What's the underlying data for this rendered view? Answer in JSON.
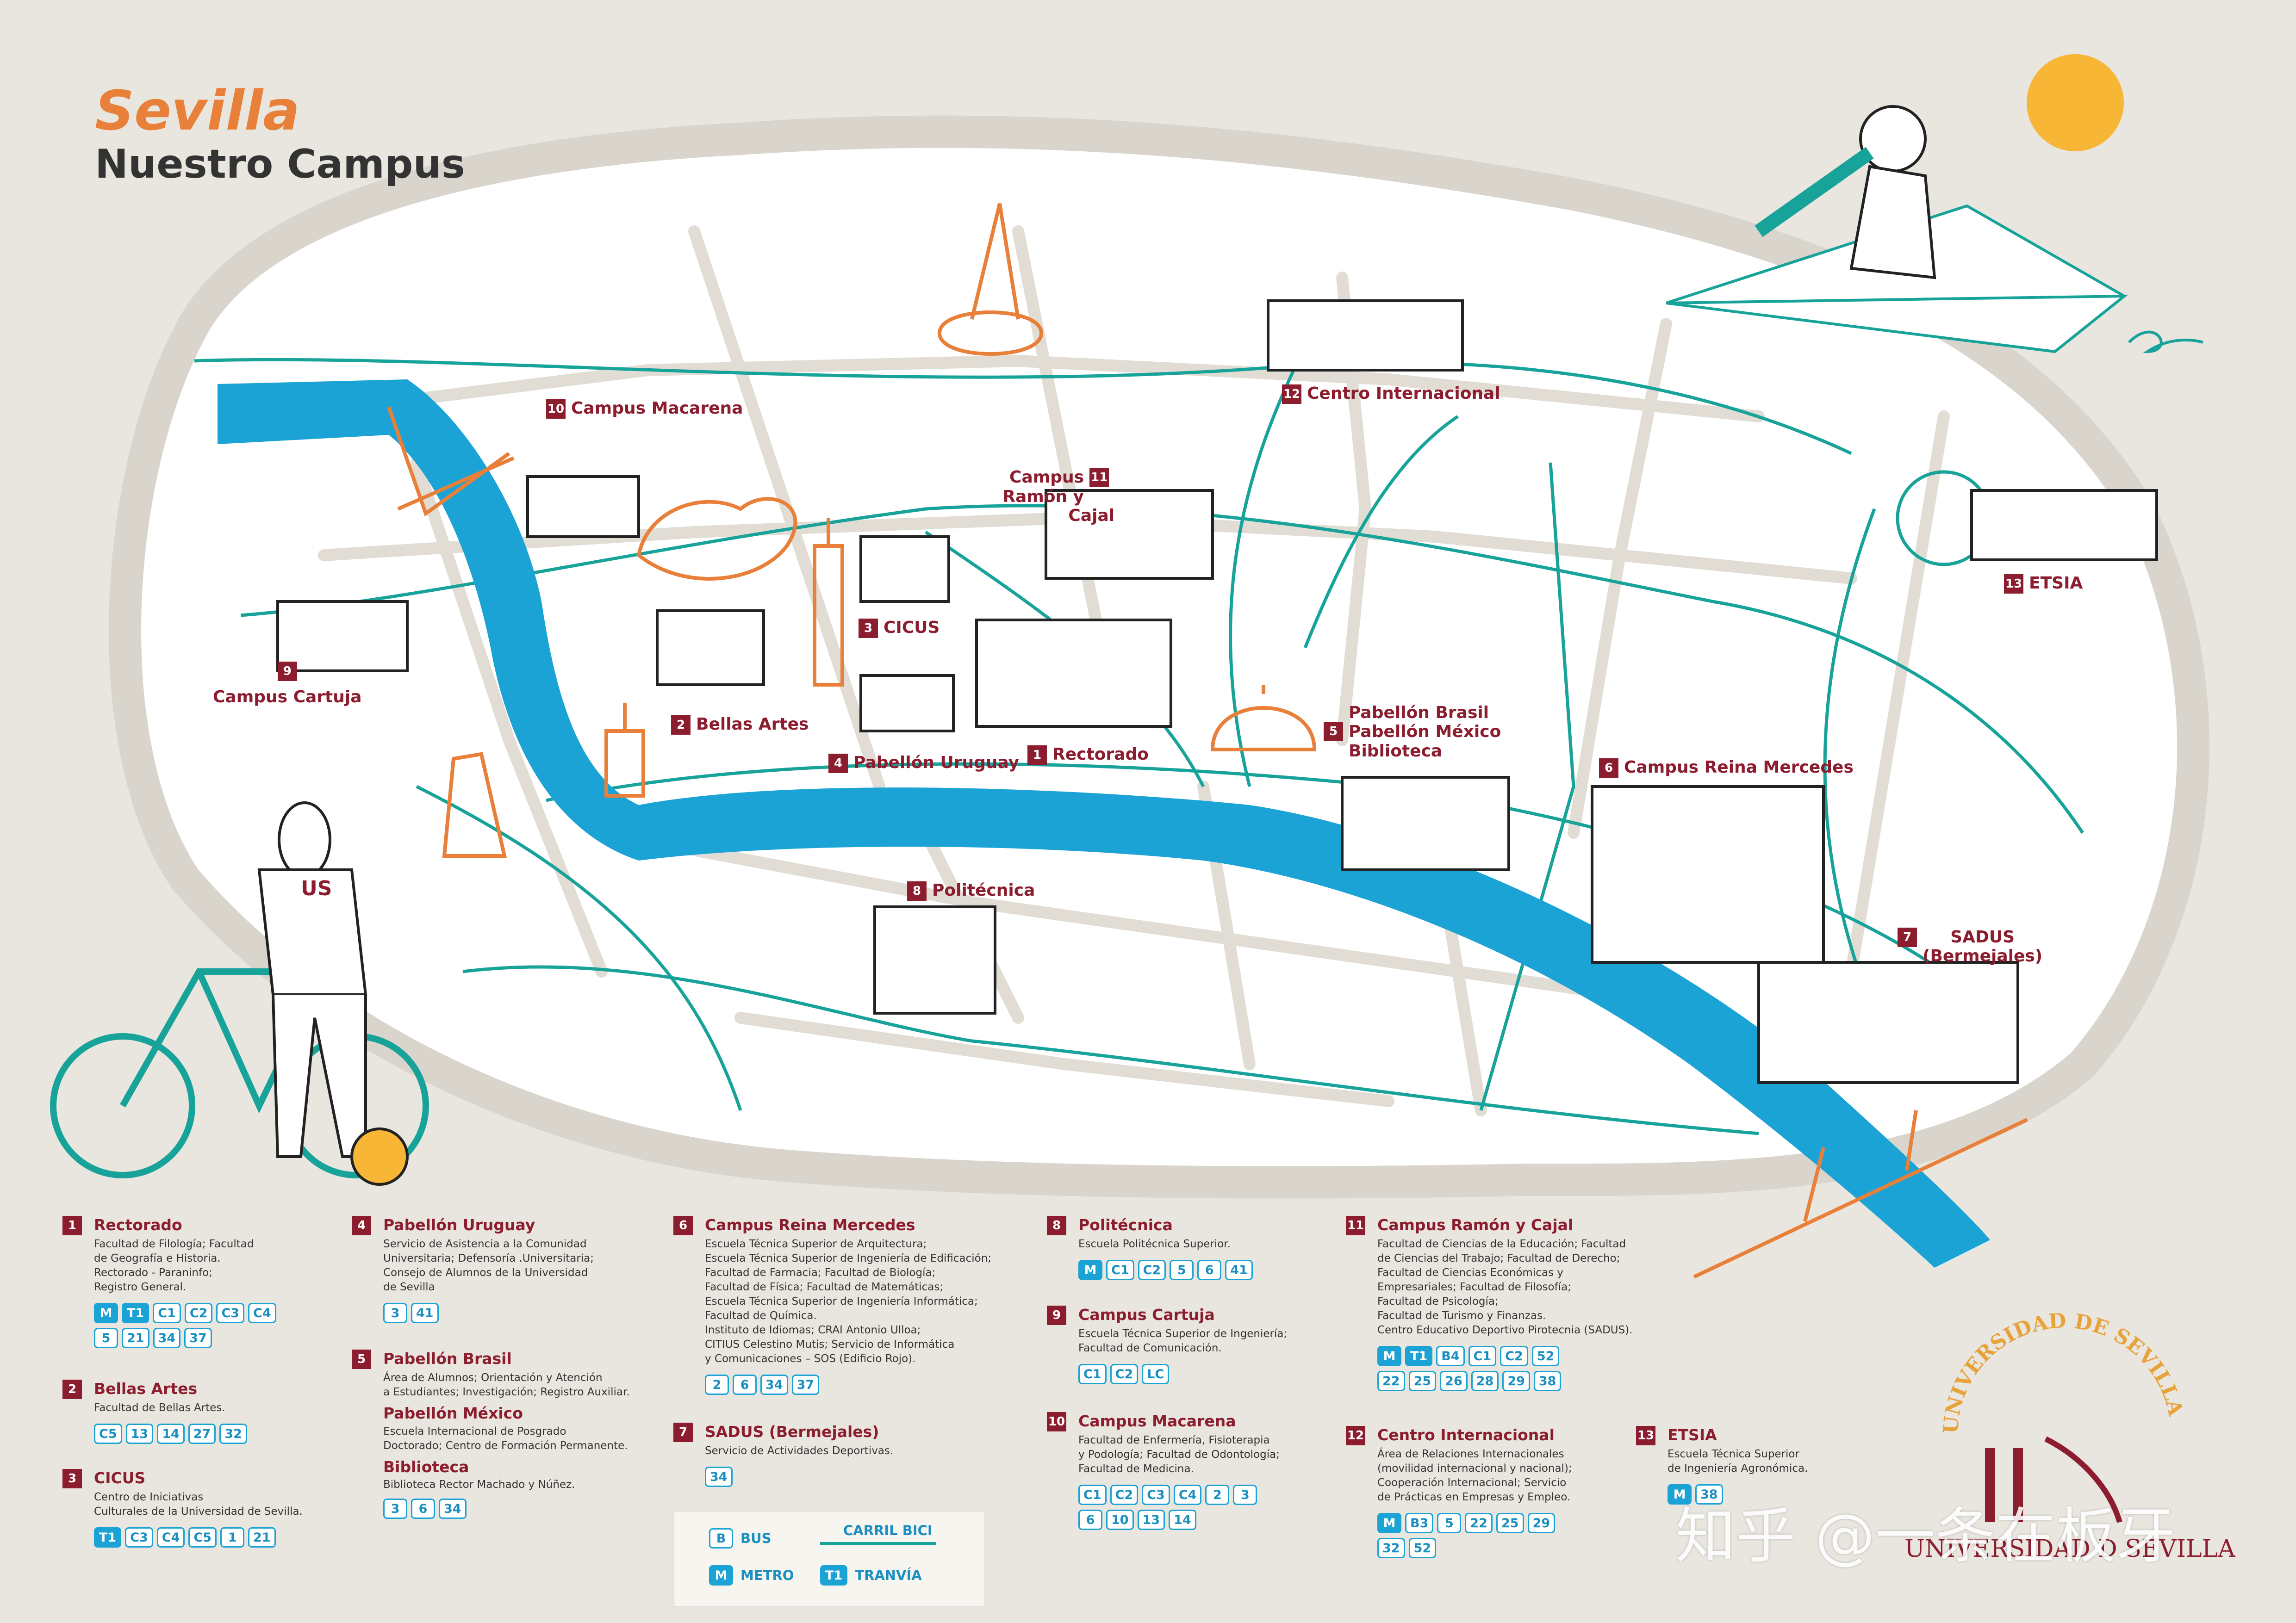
{
  "title": {
    "city": "Sevilla",
    "subtitle": "Nuestro Campus"
  },
  "colors": {
    "accent": "#e8803a",
    "brand": "#8c1d2f",
    "river": "#1aa3d4",
    "transport": "#1aa3d4",
    "bike_lane": "#17a39a",
    "sun": "#f8b637"
  },
  "map_labels": [
    {
      "num": "10",
      "name": "Campus Macarena"
    },
    {
      "num": "12",
      "name": "Centro Internacional"
    },
    {
      "num": "11",
      "name": "Campus\nRamón y Cajal"
    },
    {
      "num": "13",
      "name": "ETSIA"
    },
    {
      "num": "9",
      "name": "Campus Cartuja"
    },
    {
      "num": "3",
      "name": "CICUS"
    },
    {
      "num": "2",
      "name": "Bellas Artes"
    },
    {
      "num": "4",
      "name": "Pabellón Uruguay"
    },
    {
      "num": "1",
      "name": "Rectorado"
    },
    {
      "num": "5",
      "name": "Pabellón Brasil\nPabellón México\nBiblioteca"
    },
    {
      "num": "6",
      "name": "Campus Reina Mercedes"
    },
    {
      "num": "8",
      "name": "Politécnica"
    },
    {
      "num": "7",
      "name": "SADUS\n(Bermejales)"
    }
  ],
  "figure_text": "US",
  "legend": [
    {
      "num": "1",
      "name": "Rectorado",
      "desc": "Facultad de Filología; Facultad\nde Geografía e Historia.\nRectorado - Paraninfo;\nRegistro General.",
      "badges": [
        "M",
        "T1",
        "C1",
        "C2",
        "C3",
        "C4",
        "5",
        "21",
        "34",
        "37"
      ]
    },
    {
      "num": "2",
      "name": "Bellas Artes",
      "desc": "Facultad de Bellas Artes.",
      "badges": [
        "C5",
        "13",
        "14",
        "27",
        "32"
      ]
    },
    {
      "num": "3",
      "name": "CICUS",
      "desc": "Centro de Iniciativas\nCulturales de la Universidad de Sevilla.",
      "badges": [
        "T1",
        "C3",
        "C4",
        "C5",
        "1",
        "21"
      ]
    },
    {
      "num": "4",
      "name": "Pabellón Uruguay",
      "desc": "Servicio de Asistencia a la Comunidad\nUniversitaria; Defensoría .Universitaria;\nConsejo de Alumnos de la Universidad\nde Sevilla",
      "badges": [
        "3",
        "41"
      ]
    },
    {
      "num": "5",
      "name": "Pabellón Brasil",
      "desc": "Área de Alumnos; Orientación y Atención\na Estudiantes; Investigación; Registro Auxiliar.",
      "sub": [
        {
          "name": "Pabellón México",
          "desc": "Escuela Internacional de Posgrado\nDoctorado; Centro de Formación Permanente."
        },
        {
          "name": "Biblioteca",
          "desc": "Biblioteca Rector Machado y Núñez."
        }
      ],
      "badges": [
        "3",
        "6",
        "34"
      ]
    },
    {
      "num": "6",
      "name": "Campus Reina Mercedes",
      "desc": "Escuela Técnica Superior de Arquitectura;\nEscuela Técnica Superior de Ingeniería de Edificación;\nFacultad de Farmacia; Facultad de Biología;\nFacultad de Física; Facultad de Matemáticas;\nEscuela Técnica Superior de Ingeniería Informática;\nFacultad de Química.\nInstituto de Idiomas; CRAI Antonio Ulloa;\nCITIUS Celestino Mutis; Servicio de Informática\ny Comunicaciones – SOS (Edificio Rojo).",
      "badges": [
        "2",
        "6",
        "34",
        "37"
      ]
    },
    {
      "num": "7",
      "name": "SADUS (Bermejales)",
      "desc": "Servicio de Actividades Deportivas.",
      "badges": [
        "34"
      ]
    },
    {
      "num": "8",
      "name": "Politécnica",
      "desc": "Escuela Politécnica Superior.",
      "badges": [
        "M",
        "C1",
        "C2",
        "5",
        "6",
        "41"
      ]
    },
    {
      "num": "9",
      "name": "Campus Cartuja",
      "desc": "Escuela Técnica Superior de Ingeniería;\nFacultad de Comunicación.",
      "badges": [
        "C1",
        "C2",
        "LC"
      ]
    },
    {
      "num": "10",
      "name": "Campus Macarena",
      "desc": "Facultad de Enfermería, Fisioterapia\ny Podología; Facultad de Odontología;\nFacultad de Medicina.",
      "badges": [
        "C1",
        "C2",
        "C3",
        "C4",
        "2",
        "3",
        "6",
        "10",
        "13",
        "14"
      ]
    },
    {
      "num": "11",
      "name": "Campus Ramón y Cajal",
      "desc": "Facultad de Ciencias de la Educación; Facultad\nde Ciencias del Trabajo; Facultad de Derecho;\nFacultad de Ciencias Económicas y\nEmpresariales; Facultad de Filosofía;\nFacultad de Psicología;\nFacultad de Turismo y Finanzas.\nCentro Educativo Deportivo Pirotecnia (SADUS).",
      "badges": [
        "M",
        "T1",
        "B4",
        "C1",
        "C2",
        "52",
        "22",
        "25",
        "26",
        "28",
        "29",
        "38"
      ]
    },
    {
      "num": "12",
      "name": "Centro Internacional",
      "desc": "Área de Relaciones Internacionales\n(movilidad internacional y nacional);\nCooperación Internacional; Servicio\nde Prácticas en Empresas y Empleo.",
      "badges": [
        "M",
        "B3",
        "5",
        "22",
        "25",
        "29",
        "32",
        "52"
      ]
    },
    {
      "num": "13",
      "name": "ETSIA",
      "desc": "Escuela Técnica Superior\nde Ingeniería Agronómica.",
      "badges": [
        "M",
        "38"
      ]
    }
  ],
  "transport_key": {
    "bus_badge": "B",
    "bus": "BUS",
    "metro_badge": "M",
    "metro": "METRO",
    "bike": "CARRIL BICI",
    "tram_badge": "T1",
    "tram": "TRANVÍA"
  },
  "logo": {
    "arc_text": "UNIVERSIDAD DE SEVILLA",
    "text": "UNIVERSIDAD D SEVILLA"
  },
  "watermark": "知乎 @一条在板牙"
}
